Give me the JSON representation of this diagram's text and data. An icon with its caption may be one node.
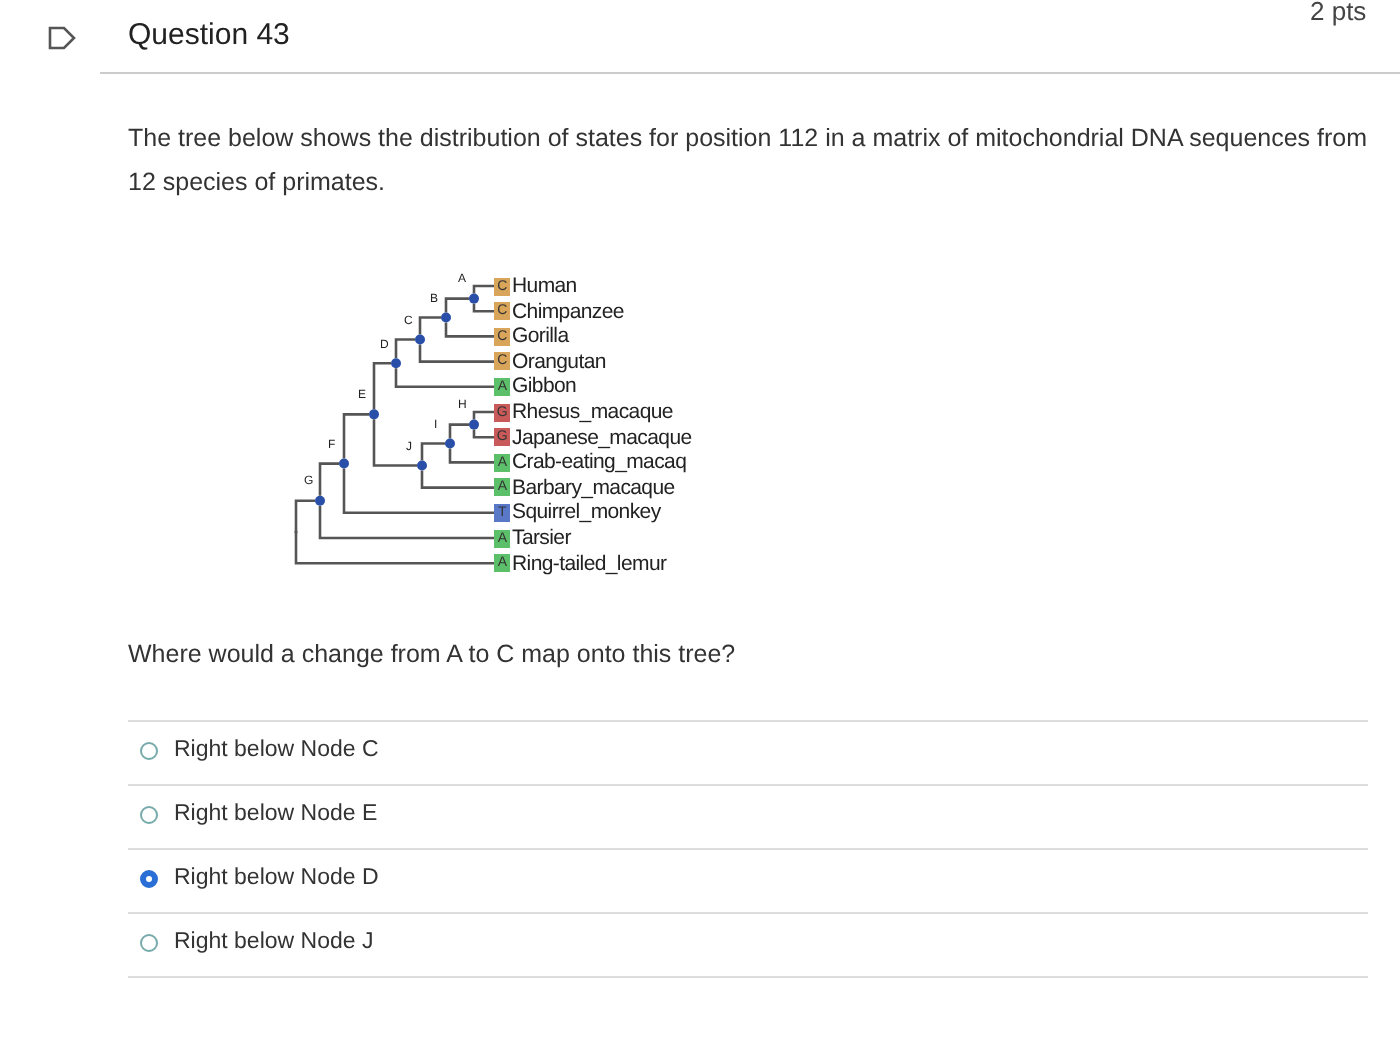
{
  "diagram": {
    "title": "Question 43",
    "nodes": [
      {
        "text": [
          "A"
        ]
      },
      {
        "text": [
          "C",
          "Human"
        ]
      },
      {
        "text": [
          "C",
          "Chimpanzee"
        ]
      },
      {
        "text": [
          "B"
        ]
      },
      {
        "text": [
          "C",
          "Gorilla"
        ]
      },
      {
        "text": [
          "C"
        ]
      },
      {
        "text": [
          "C",
          "Orangutan"
        ]
      },
      {
        "text": [
          "D"
        ]
      },
      {
        "text": [
          "A",
          "Gibbon"
        ]
      },
      {
        "text": [
          "H"
        ]
      },
      {
        "text": [
          "G",
          "Rhesus_macaque"
        ]
      },
      {
        "text": [
          "G",
          "Japanese_macaque"
        ]
      },
      {
        "text": [
          "I"
        ]
      },
      {
        "text": [
          "A",
          "Crab-eating_macaq"
        ]
      },
      {
        "text": [
          "J"
        ]
      },
      {
        "text": [
          "A",
          "Barbary_macaque"
        ]
      },
      {
        "text": [
          "E"
        ]
      },
      {
        "text": [
          "F"
        ]
      },
      {
        "text": [
          "T",
          "Squirrel_monkey"
        ]
      },
      {
        "text": [
          "G"
        ]
      },
      {
        "text": [
          "A",
          "Tarsier"
        ]
      },
      {
        "text": [],
        "shape": "point"
      },
      {
        "text": [
          "A",
          "Ring-tailed_lemur"
        ]
      }
    ],
    "edges": [
      {
        "from": 0,
        "to": 1,
        "arrow": "none"
      },
      {
        "from": 0,
        "to": 2,
        "arrow": "none"
      },
      {
        "from": 3,
        "to": 0,
        "arrow": "none"
      },
      {
        "from": 3,
        "to": 4,
        "arrow": "none"
      },
      {
        "from": 5,
        "to": 3,
        "arrow": "none"
      },
      {
        "from": 5,
        "to": 6,
        "arrow": "none"
      },
      {
        "from": 7,
        "to": 5,
        "arrow": "none"
      },
      {
        "from": 7,
        "to": 8,
        "arrow": "none"
      },
      {
        "from": 9,
        "to": 10,
        "arrow": "none"
      },
      {
        "from": 9,
        "to": 11,
        "arrow": "none"
      },
      {
        "from": 12,
        "to": 9,
        "arrow": "none"
      },
      {
        "from": 12,
        "to": 13,
        "arrow": "none"
      },
      {
        "from": 14,
        "to": 12,
        "arrow": "none"
      },
      {
        "from": 14,
        "to": 15,
        "arrow": "none"
      },
      {
        "from": 16,
        "to": 7,
        "arrow": "none"
      },
      {
        "from": 16,
        "to": 14,
        "arrow": "none"
      },
      {
        "from": 17,
        "to": 16,
        "arrow": "none"
      },
      {
        "from": 17,
        "to": 18,
        "arrow": "none"
      },
      {
        "from": 19,
        "to": 17,
        "arrow": "none"
      },
      {
        "from": 19,
        "to": 20,
        "arrow": "none"
      },
      {
        "from": 21,
        "to": 19,
        "arrow": "none"
      },
      {
        "from": 21,
        "to": 22,
        "arrow": "none"
      }
    ],
    "labels": [
      "2 pts",
      "The tree below shows the distribution of states for position 112 in a matrix of mitochondrial DNA sequences from 12 species of primates.",
      "Where would a change from A to C map onto this tree?",
      "Right below Node C",
      "Right below Node E",
      "Right below Node D",
      "Right below Node J"
    ]
  }
}
